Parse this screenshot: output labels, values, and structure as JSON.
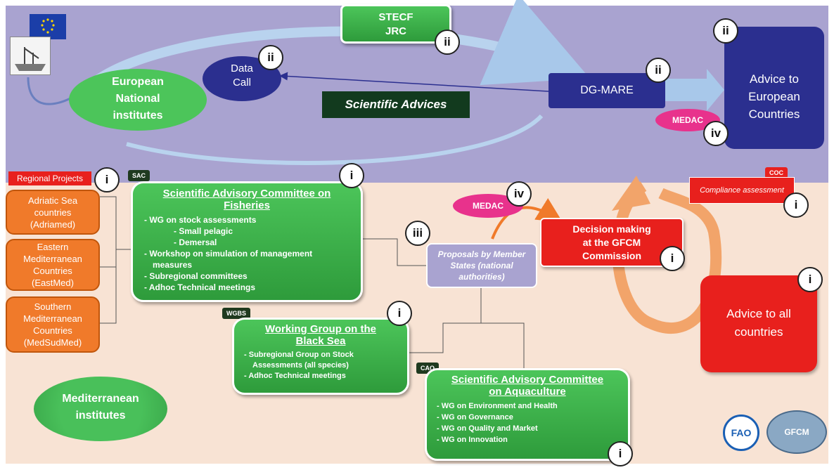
{
  "top": {
    "stecf": [
      "STECF",
      "JRC"
    ],
    "data_call": [
      "Data",
      "Call"
    ],
    "european_institutes": [
      "European",
      "National",
      "institutes"
    ],
    "scientific_advices": "Scientific Advices",
    "dg_mare": "DG-MARE",
    "advice_european": [
      "Advice to",
      "European",
      "Countries"
    ],
    "medac_top": "MEDAC"
  },
  "markers": {
    "i": "i",
    "ii": "ii",
    "iii": "iii",
    "iv": "iv"
  },
  "regional": {
    "label": "Regional Projects",
    "items": [
      "Adriatic Sea\ncountries\n(Adriamed)",
      "Eastern\nMediterranean\nCountries\n(EastMed)",
      "Southern\nMediterranean\nCountries\n(MedSudMed)"
    ]
  },
  "sac": {
    "tag": "SAC",
    "title": [
      "Scientific Advisory Committee on",
      "Fisheries"
    ],
    "items": [
      "WG on stock assessments",
      "Small pelagic",
      "Demersal",
      "Workshop on simulation of management measures",
      "Subregional committees",
      "Adhoc Technical meetings"
    ]
  },
  "wgbs": {
    "tag": "WGBS",
    "title": [
      "Working Group on the",
      "Black Sea"
    ],
    "items": [
      "Subregional Group on Stock Assessments (all species)",
      "Adhoc Technical meetings"
    ]
  },
  "caq": {
    "tag": "CAQ",
    "title": [
      "Scientific Advisory Committee",
      "on Aquaculture"
    ],
    "items": [
      "WG on Environment and Health",
      "WG on Governance",
      "WG on Quality and Market",
      "WG on Innovation"
    ]
  },
  "proposals": "Proposals by Member States (national authorities)",
  "medac_bottom": "MEDAC",
  "decision": [
    "Decision making",
    "at the GFCM",
    "Commission"
  ],
  "coc": {
    "tag": "COC",
    "label": "Compliance assessment"
  },
  "advice_all": [
    "Advice to all",
    "countries"
  ],
  "med_institutes": [
    "Mediterranean",
    "institutes"
  ],
  "logos": {
    "fao": "FAO",
    "gfcm": "GFCM"
  },
  "colors": {
    "top_zone": "#a9a3d0",
    "bottom_zone": "#f8e3d4",
    "green": "#3bb24a",
    "navy": "#2b2f8f",
    "red": "#e8201d",
    "orange": "#f07a2a",
    "magenta": "#e8328c"
  }
}
